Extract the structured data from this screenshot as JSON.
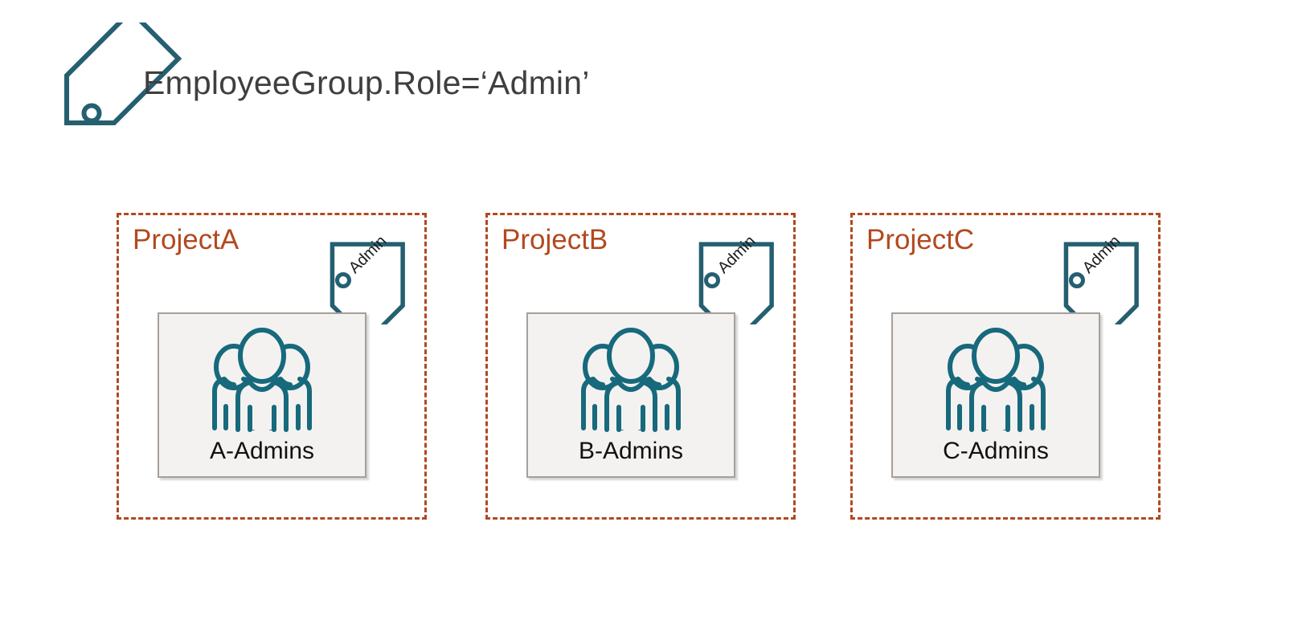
{
  "header": {
    "tag_icon": "tag-icon",
    "label": "EmployeeGroup.Role=‘Admin’"
  },
  "colors": {
    "tag_stroke": "#255f70",
    "project_border": "#b2491f",
    "project_title": "#b2491f",
    "card_bg": "#f3f2f0",
    "card_border": "#a6a09a",
    "card_label": "#111111",
    "header_label": "#3f3f3f",
    "page_bg": "#ffffff"
  },
  "projects": [
    {
      "title": "ProjectA",
      "tag_label": "Admin",
      "tag_icon": "tag-icon",
      "group_icon": "people-group-icon",
      "group_label": "A-Admins"
    },
    {
      "title": "ProjectB",
      "tag_label": "Admin",
      "tag_icon": "tag-icon",
      "group_icon": "people-group-icon",
      "group_label": "B-Admins"
    },
    {
      "title": "ProjectC",
      "tag_label": "Admin",
      "tag_icon": "tag-icon",
      "group_icon": "people-group-icon",
      "group_label": "C-Admins"
    }
  ]
}
